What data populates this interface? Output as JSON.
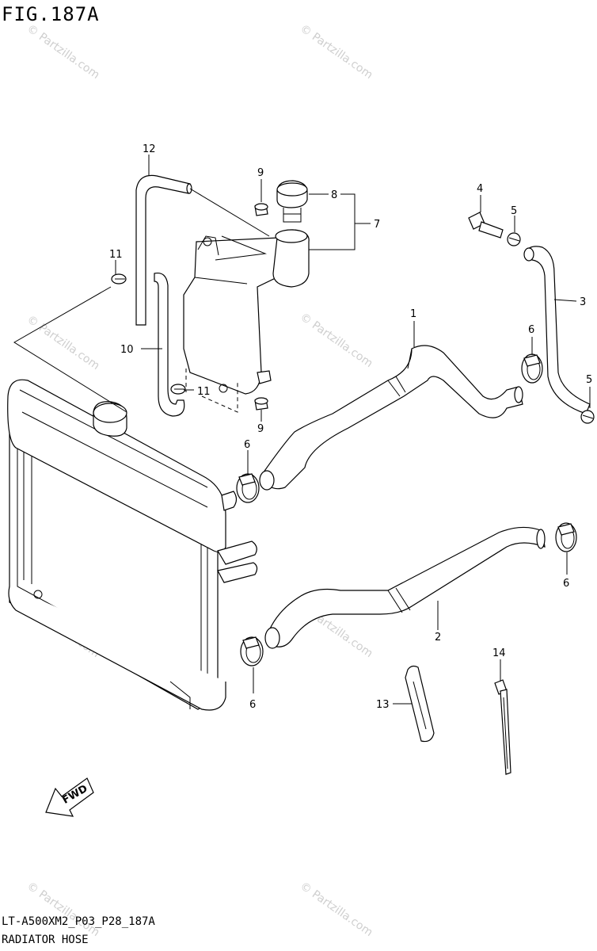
{
  "figure": {
    "title": "FIG.187A"
  },
  "footer": {
    "code": "LT-A500XM2_P03_P28_187A",
    "name": "RADIATOR HOSE"
  },
  "watermark": {
    "text": "© Partzilla.com"
  },
  "arrow": {
    "label": "FWD"
  },
  "callouts": [
    "1",
    "2",
    "3",
    "4",
    "5",
    "5",
    "6",
    "6",
    "6",
    "6",
    "7",
    "8",
    "9",
    "9",
    "10",
    "11",
    "11",
    "12",
    "13",
    "14"
  ]
}
